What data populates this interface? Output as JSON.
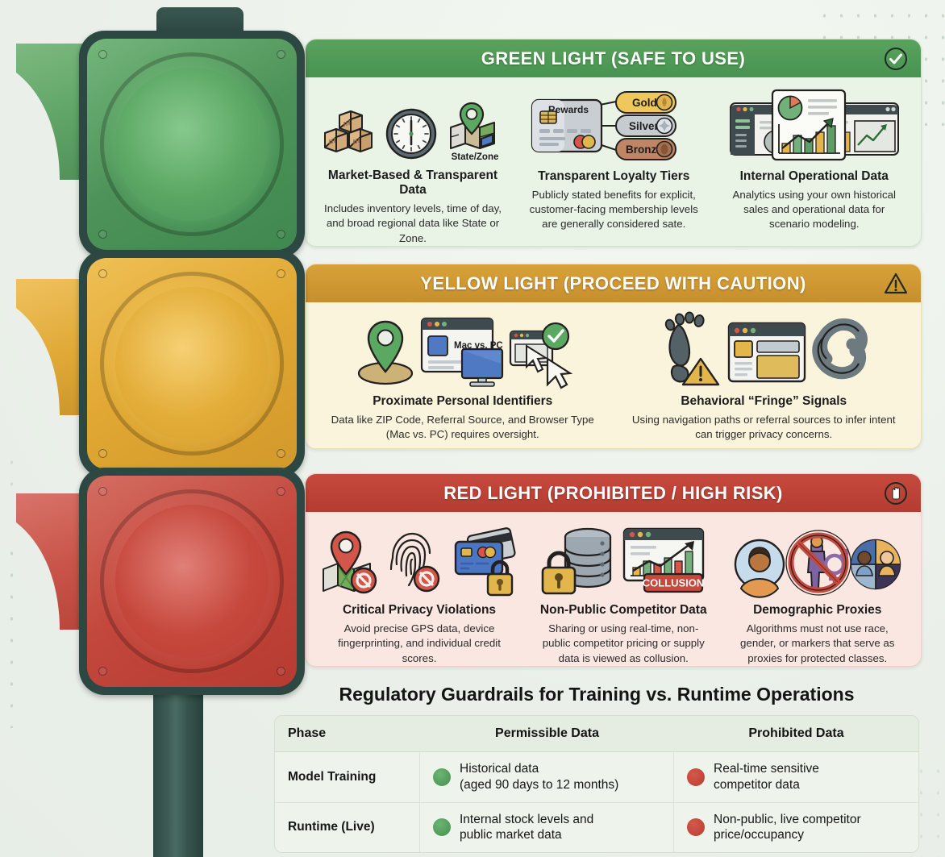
{
  "sections": [
    {
      "id": "green",
      "header": "GREEN LIGHT (SAFE TO USE)",
      "badge_icon": "check-circle-icon",
      "color": "#47934f",
      "panel_bg": "#e9f3e6",
      "cards": [
        {
          "title": "Market-Based & Transparent Data",
          "desc": "Includes inventory levels, time of day, and broad regional data like State or Zone.",
          "icons": [
            "boxes-icon",
            "clock-icon",
            "map-pin-icon"
          ],
          "icon_caption": "State/Zone"
        },
        {
          "title": "Transparent Loyalty Tiers",
          "desc": "Publicly stated benefits for explicit, customer-facing membership levels are generally considered sate.",
          "icons": [
            "loyalty-card-icon",
            "tier-gold-icon",
            "tier-silver-icon",
            "tier-bronze-icon"
          ],
          "card_label": "Rewards",
          "tiers": [
            "Gold",
            "Silver",
            "Bronze"
          ]
        },
        {
          "title": "Internal Operational Data",
          "desc": "Analytics using your own historical sales and operational data for scenario modeling.",
          "icons": [
            "dashboard-icon",
            "report-chart-icon",
            "line-chart-window-icon"
          ]
        }
      ]
    },
    {
      "id": "yellow",
      "header": "YELLOW LIGHT (PROCEED WITH CAUTION)",
      "badge_icon": "warning-triangle-icon",
      "color": "#c68f2c",
      "panel_bg": "#fbf4dd",
      "cards": [
        {
          "title": "Proximate Personal Identifiers",
          "desc": "Data like ZIP Code, Referral Source, and Browser Type (Mac vs. PC) requires oversight.",
          "icons": [
            "map-pin-icon",
            "browser-device-icon",
            "cursor-check-icon"
          ],
          "browser_label": "Mac vs. PC"
        },
        {
          "title": "Behavioral “Fringe” Signals",
          "desc": "Using navigation paths or referral sources to infer intent can trigger privacy concerns.",
          "icons": [
            "footprint-warning-icon",
            "browser-layout-icon",
            "chain-link-icon"
          ]
        }
      ]
    },
    {
      "id": "red",
      "header": "RED LIGHT (PROHIBITED / HIGH RISK)",
      "badge_icon": "stop-hand-icon",
      "color": "#b53c31",
      "panel_bg": "#fbe7e2",
      "cards": [
        {
          "title": "Critical Privacy Violations",
          "desc": "Avoid precise GPS data, device fingerprinting, and individual credit scores.",
          "icons": [
            "gps-blocked-icon",
            "fingerprint-blocked-icon",
            "credit-card-lock-icon"
          ]
        },
        {
          "title": "Non-Public Competitor Data",
          "desc": "Sharing or using real-time, non-public competitor pricing or supply data is viewed as collusion.",
          "icons": [
            "database-lock-icon",
            "collusion-chart-icon"
          ],
          "badge_text": "COLLUSION"
        },
        {
          "title": "Demographic Proxies",
          "desc": "Algorithms must not use race, gender, or markers that serve as proxies for protected classes.",
          "icons": [
            "person-avatar-icon",
            "no-gender-icon",
            "demographic-quadrant-icon"
          ]
        }
      ]
    }
  ],
  "table": {
    "title": "Regulatory Guardrails for Training vs. Runtime Operations",
    "columns": [
      "Phase",
      "Permissible Data",
      "Prohibited Data"
    ],
    "rows": [
      {
        "phase": "Model Training",
        "permissible": "Historical data\n(aged 90 days to 12 months)",
        "prohibited": "Real-time sensitive\ncompetitor data"
      },
      {
        "phase": "Runtime (Live)",
        "permissible": "Internal stock levels and\npublic market data",
        "prohibited": "Non-public, live competitor\nprice/occupancy"
      }
    ]
  },
  "colors": {
    "green_accent": "#47934f",
    "yellow_accent": "#c68f2c",
    "red_accent": "#b53c31",
    "dot_ok": "#45914f",
    "dot_bad": "#b93d31",
    "background": "#eef3ee"
  }
}
